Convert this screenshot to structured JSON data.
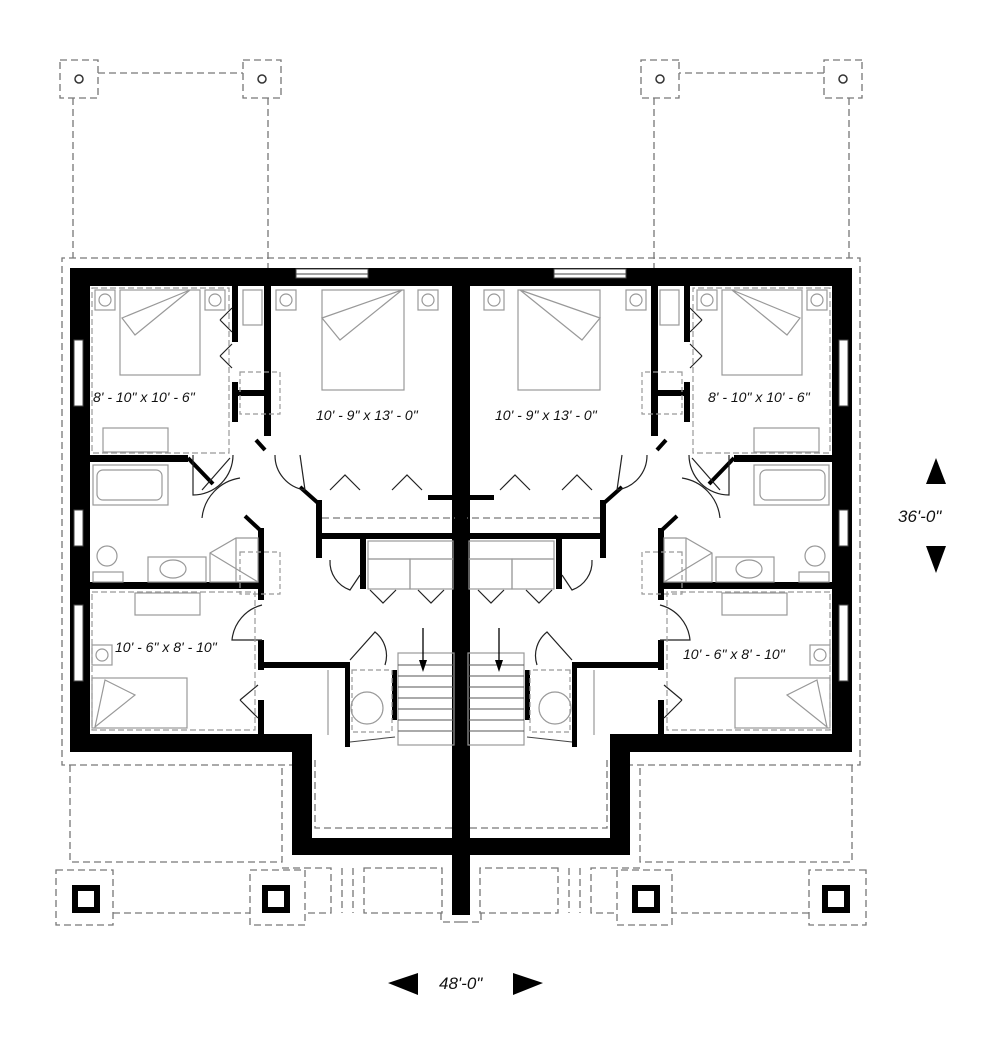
{
  "plan": {
    "left_unit": {
      "bedroom_top_left": "8' - 10\" x 10' - 6\"",
      "bedroom_master": "10' - 9\" x 13' - 0\"",
      "bedroom_bottom_left": "10' - 6\" x 8' - 10\""
    },
    "right_unit": {
      "bedroom_master": "10' - 9\" x 13' - 0\"",
      "bedroom_top_right": "8' - 10\" x 10' - 6\"",
      "bedroom_bottom_right": "10' - 6\" x 8' - 10\""
    },
    "dimensions": {
      "depth": "36'-0\"",
      "width": "48'-0\""
    }
  }
}
